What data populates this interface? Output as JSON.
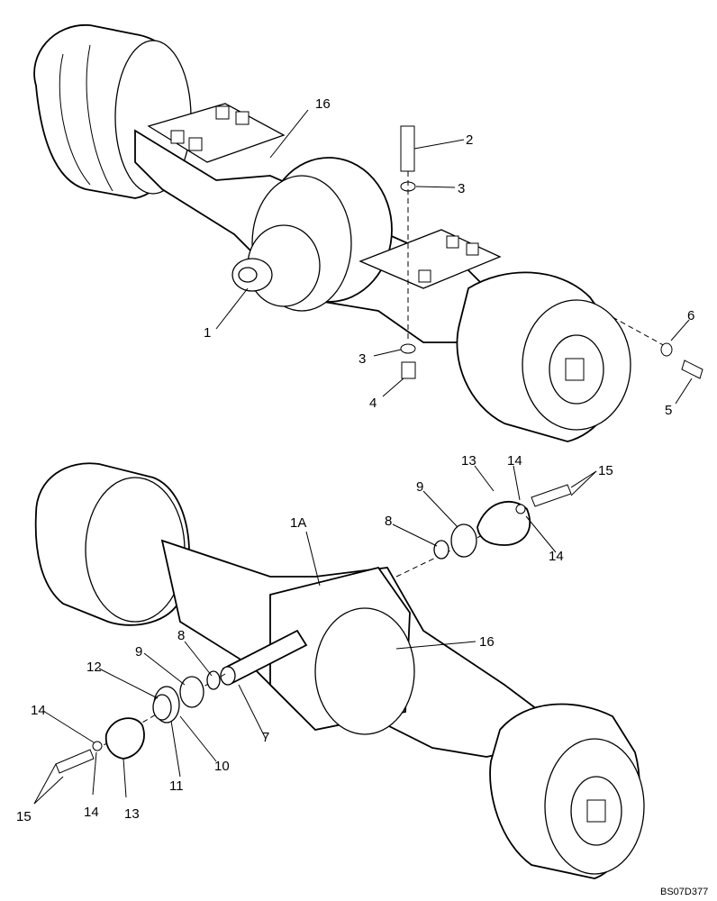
{
  "diagram": {
    "drawing_code": "BS07D377",
    "callouts": {
      "c1": "1",
      "c2": "2",
      "c3a": "3",
      "c3b": "3",
      "c4": "4",
      "c5": "5",
      "c6": "6",
      "c16a": "16",
      "c1A": "1A",
      "c7": "7",
      "c8a": "8",
      "c8b": "8",
      "c9a": "9",
      "c9b": "9",
      "c10": "10",
      "c11": "11",
      "c12": "12",
      "c13a": "13",
      "c13b": "13",
      "c14a": "14",
      "c14b": "14",
      "c14c": "14",
      "c14d": "14",
      "c15a": "15",
      "c15b": "15",
      "c16b": "16"
    }
  }
}
